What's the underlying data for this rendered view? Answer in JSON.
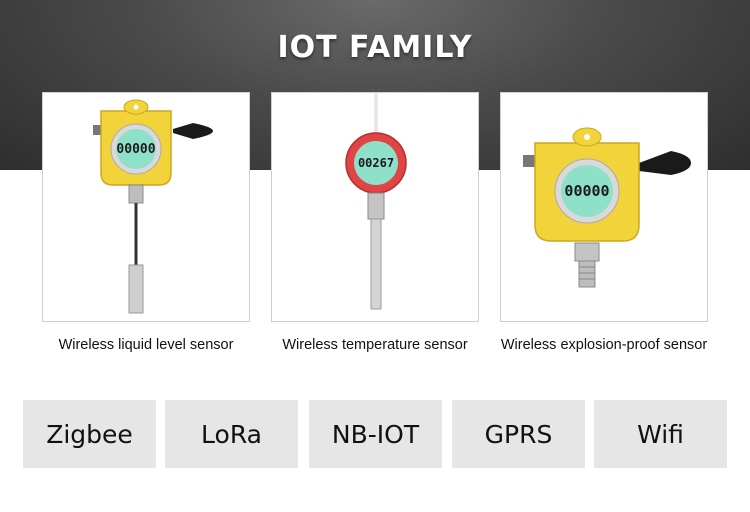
{
  "header": {
    "title": "IOT FAMILY"
  },
  "products": [
    {
      "label": "Wireless liquid level sensor",
      "display": "00000"
    },
    {
      "label": "Wireless temperature sensor",
      "display": "00267"
    },
    {
      "label": "Wireless explosion-proof sensor",
      "display": "00000"
    }
  ],
  "protocols": [
    "Zigbee",
    "LoRa",
    "NB-IOT",
    "GPRS",
    "Wifi"
  ],
  "colors": {
    "housing": "#f2d33a",
    "lcd": "#8fe0c9",
    "bezel_red": "#e04545",
    "header_bg": "#4a4a4a",
    "tag_bg": "#e6e6e6"
  }
}
